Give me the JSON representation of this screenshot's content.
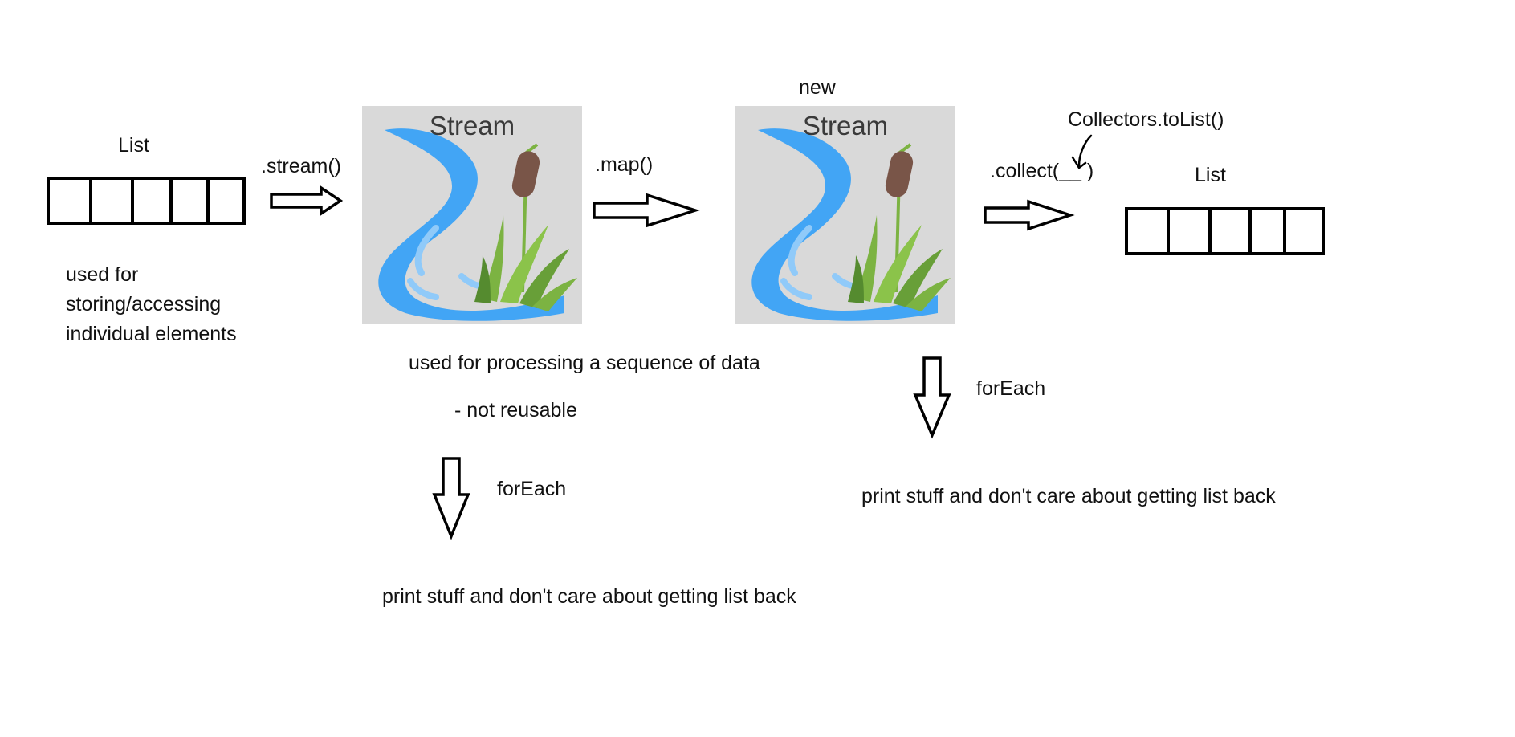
{
  "list_left": {
    "title": "List",
    "description": [
      "used for",
      "storing/accessing",
      "individual elements"
    ]
  },
  "ops": {
    "stream": ".stream()",
    "map": ".map()",
    "collect": ".collect(__ )",
    "collectors": "Collectors.toList()"
  },
  "stream_first": {
    "title": "Stream",
    "description": "used for processing a sequence of data",
    "note": "- not reusable"
  },
  "stream_second": {
    "prefix": "new",
    "title": "Stream"
  },
  "list_right": {
    "title": "List"
  },
  "foreach_left": {
    "label": "forEach",
    "result": "print stuff and don't care about getting list back"
  },
  "foreach_right": {
    "label": "forEach",
    "result": "print stuff and don't care about getting list back"
  },
  "icons": [
    "list-boxes-icon",
    "right-arrow-icon",
    "down-arrow-icon",
    "stream-river-icon",
    "cattail-icon",
    "hand-drawn-arrow-icon"
  ]
}
